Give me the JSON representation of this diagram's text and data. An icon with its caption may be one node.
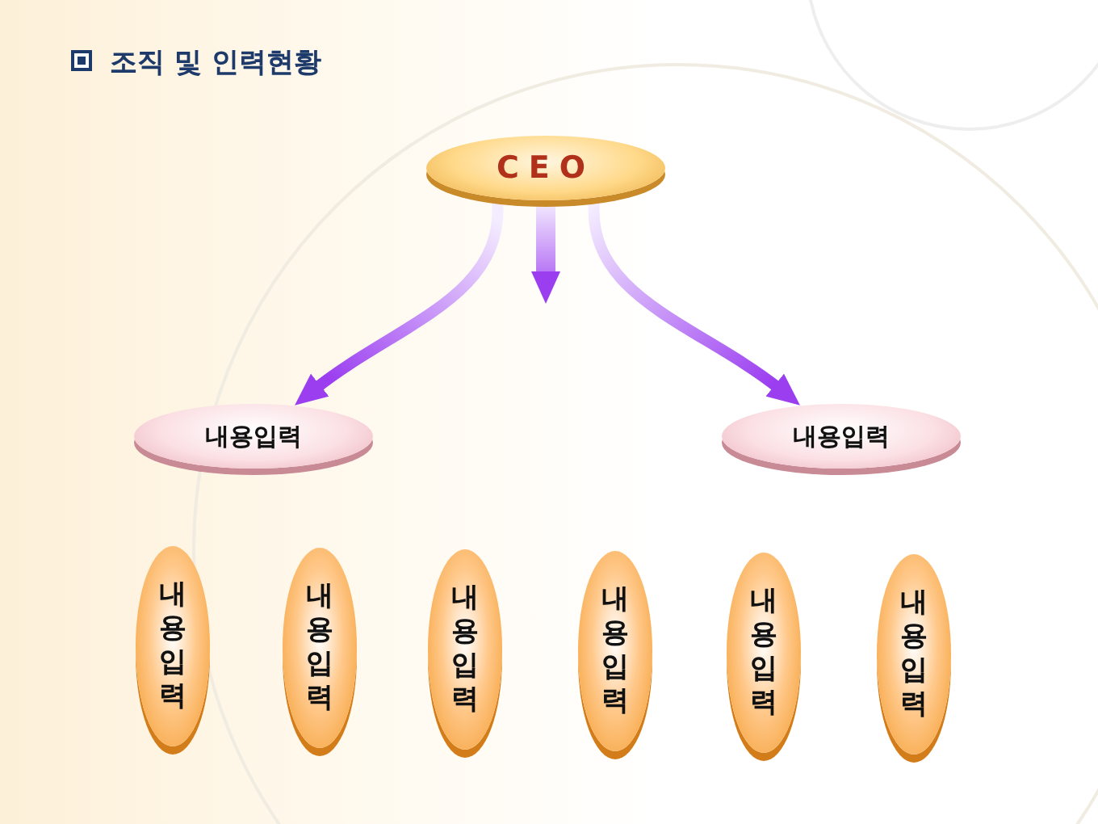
{
  "diagram": {
    "title": "조직 및 인력현황",
    "nodes": [
      {
        "text": [
          "CEO"
        ]
      },
      {
        "text": [
          "내용입력"
        ]
      },
      {
        "text": [
          "내용입력"
        ]
      },
      {
        "text": [
          "내용입력"
        ]
      },
      {
        "text": [
          "내용입력"
        ]
      },
      {
        "text": [
          "내용입력"
        ]
      },
      {
        "text": [
          "내용입력"
        ]
      },
      {
        "text": [
          "내용입력"
        ]
      },
      {
        "text": [
          "내용입력"
        ]
      }
    ],
    "edges": [
      {
        "from": 0,
        "to": 1,
        "arrow": "to"
      },
      {
        "from": 0,
        "to": null,
        "arrow": "to"
      },
      {
        "from": 0,
        "to": 2,
        "arrow": "to"
      }
    ]
  }
}
